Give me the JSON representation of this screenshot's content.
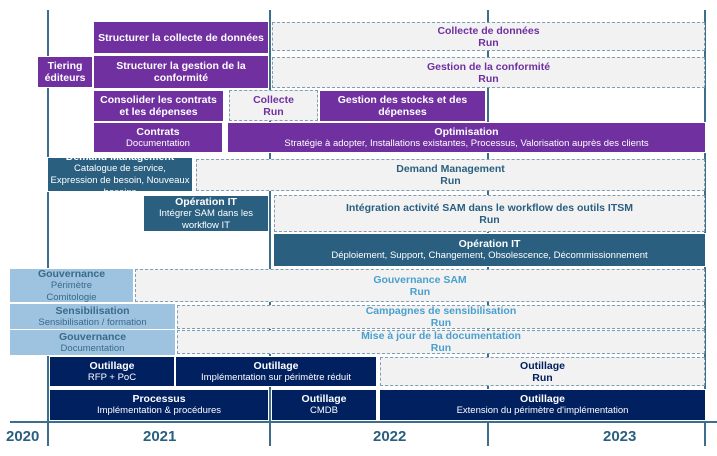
{
  "colors": {
    "purple": "#7030a0",
    "teal": "#2a5f80",
    "light_blue": "#9dc3e0",
    "navy": "#002060",
    "run_fill": "#f2f2f2"
  },
  "years": [
    "2020",
    "2021",
    "2022",
    "2023"
  ],
  "boxes": [
    {
      "id": "structurer-collecte",
      "style": "purple",
      "lines": [
        "Structurer la collecte de données"
      ]
    },
    {
      "id": "collecte-run",
      "style": "dash c-purple",
      "lines": [
        "Collecte de données",
        "Run"
      ]
    },
    {
      "id": "tiering-editeurs",
      "style": "purple",
      "lines": [
        "Tiering éditeurs"
      ]
    },
    {
      "id": "structurer-conformite",
      "style": "purple",
      "lines": [
        "Structurer la gestion de la conformité"
      ]
    },
    {
      "id": "conformite-run",
      "style": "dash c-purple",
      "lines": [
        "Gestion de la conformité",
        "Run"
      ]
    },
    {
      "id": "consolider-contrats",
      "style": "purple",
      "lines": [
        "Consolider les contrats et les dépenses"
      ]
    },
    {
      "id": "collecte-run-small",
      "style": "dash c-purple",
      "lines": [
        "Collecte",
        "Run"
      ]
    },
    {
      "id": "gestion-stocks",
      "style": "purple",
      "lines": [
        "Gestion des stocks et des dépenses"
      ]
    },
    {
      "id": "contrats-documentation",
      "style": "purple",
      "lines": [
        "Contrats",
        "Documentation"
      ]
    },
    {
      "id": "optimisation",
      "style": "purple",
      "lines": [
        "Optimisation",
        "Stratégie à adopter, Installations existantes, Processus, Valorisation auprès des clients"
      ]
    },
    {
      "id": "demand-management",
      "style": "teal",
      "lines": [
        "Demand Management",
        "Catalogue de service, Expression de besoin, Nouveaux besoins"
      ]
    },
    {
      "id": "demand-management-run",
      "style": "dash c-teal",
      "lines": [
        "Demand Management",
        "Run"
      ]
    },
    {
      "id": "operation-it-integrer",
      "style": "teal",
      "lines": [
        "Opération IT",
        "Intégrer SAM dans les workflow IT"
      ]
    },
    {
      "id": "integration-itsm-run",
      "style": "dash c-teal",
      "lines": [
        "Intégration activité SAM dans le workflow des outils ITSM",
        "Run"
      ]
    },
    {
      "id": "operation-it-deploiement",
      "style": "teal",
      "lines": [
        "Opération IT",
        "Déploiement, Support, Changement, Obsolescence, Décommissionnement"
      ]
    },
    {
      "id": "gouvernance-perimetre",
      "style": "light",
      "lines": [
        "Gouvernance",
        "Périmètre",
        "Comitologie"
      ]
    },
    {
      "id": "gouvernance-sam-run",
      "style": "dash c-light",
      "lines": [
        "Gouvernance SAM",
        "Run"
      ]
    },
    {
      "id": "sensibilisation",
      "style": "light",
      "lines": [
        "Sensibilisation",
        "Sensibilisation / formation"
      ]
    },
    {
      "id": "campagnes-run",
      "style": "dash c-light",
      "lines": [
        "Campagnes de sensibilisation",
        "Run"
      ]
    },
    {
      "id": "gouvernance-documentation",
      "style": "light",
      "lines": [
        "Gouvernance",
        "Documentation"
      ]
    },
    {
      "id": "documentation-run",
      "style": "dash c-light",
      "lines": [
        "Mise à jour de la documentation",
        "Run"
      ]
    },
    {
      "id": "outillage-rfp",
      "style": "navy",
      "lines": [
        "Outillage",
        "RFP + PoC"
      ]
    },
    {
      "id": "outillage-implementation",
      "style": "navy",
      "lines": [
        "Outillage",
        "Implémentation sur périmètre réduit"
      ]
    },
    {
      "id": "outillage-run",
      "style": "dash c-navy",
      "lines": [
        "Outillage",
        "Run"
      ]
    },
    {
      "id": "processus",
      "style": "navy",
      "lines": [
        "Processus",
        "Implémentation & procédures"
      ]
    },
    {
      "id": "outillage-cmdb",
      "style": "navy",
      "lines": [
        "Outillage",
        "CMDB"
      ]
    },
    {
      "id": "outillage-extension",
      "style": "navy",
      "lines": [
        "Outillage",
        "Extension du périmètre d'implémentation"
      ]
    }
  ]
}
